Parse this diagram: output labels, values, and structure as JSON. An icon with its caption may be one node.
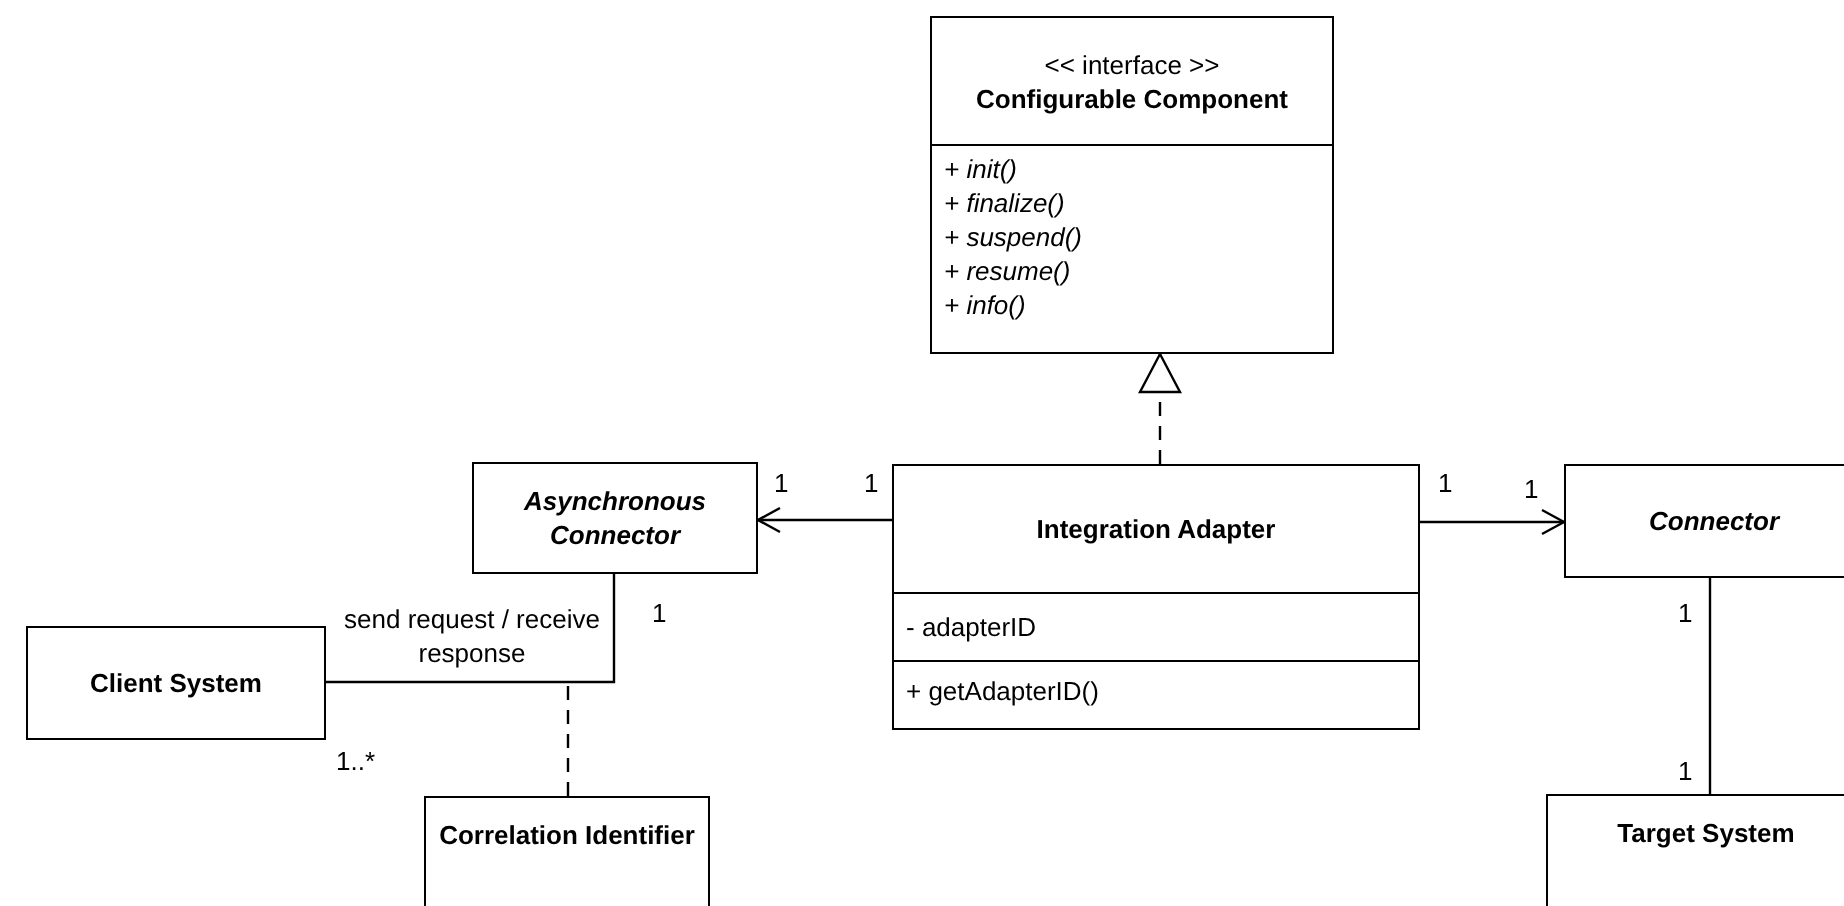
{
  "diagram": {
    "nodes": [
      {
        "text": [
          "<< interface >>",
          "Configurable Component",
          "+ init()",
          "+ finalize()",
          "+ suspend()",
          "+ resume()",
          "+ info()"
        ]
      },
      {
        "text": [
          "Asynchronous Connector"
        ]
      },
      {
        "text": [
          "Integration Adapter",
          "- adapterID",
          "+ getAdapterID()"
        ]
      },
      {
        "text": [
          "Connector"
        ]
      },
      {
        "text": [
          "Client System"
        ]
      },
      {
        "text": [
          "Correlation Identifier"
        ]
      },
      {
        "text": [
          "Target System"
        ]
      }
    ],
    "edges": [
      {
        "from": 2,
        "to": 0,
        "arrow": "to",
        "style": "dashed"
      },
      {
        "from": 2,
        "to": 1,
        "arrow": "to"
      },
      {
        "from": 2,
        "to": 3,
        "arrow": "to"
      },
      {
        "from": 4,
        "to": 1,
        "arrow": "none",
        "label": "send request / receive response"
      },
      {
        "from": 5,
        "to": null,
        "arrow": "none",
        "style": "dashed"
      },
      {
        "from": 3,
        "to": 6,
        "arrow": "none"
      }
    ],
    "labels": [
      "1",
      "1",
      "1",
      "1",
      "1",
      "1",
      "1..*",
      "1"
    ]
  }
}
